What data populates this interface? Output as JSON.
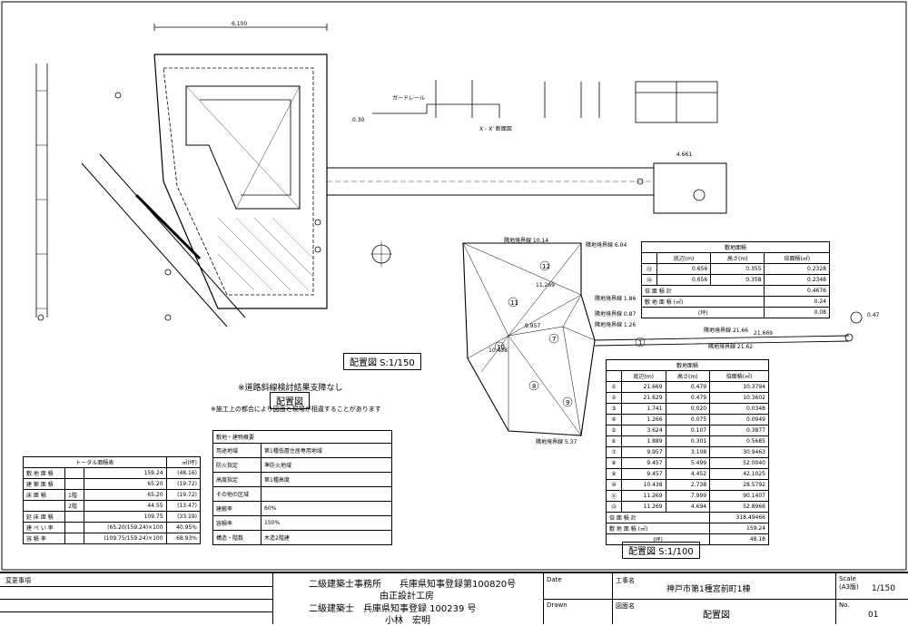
{
  "drawing": {
    "label_site_plan_1_150": "配置図 S:1/150",
    "label_site_plan_1_100": "配置図 S:1/100",
    "note_road_oblique": "※道路斜線検討結果支障なし",
    "label_site_plan": "配置図",
    "note_construction": "※施工上の都合により図面と現場が相違することがあります",
    "annotations": {
      "boundary_1014": "隣地境界線 10.14",
      "boundary_604": "隣地境界線 6.04",
      "boundary_186": "隣地境界線 1.86",
      "boundary_087": "隣地境界線 0.87",
      "boundary_126": "隣地境界線 1.26",
      "boundary_2166": "隣地境界線 21.66",
      "boundary_2162": "隣地境界線 21.62",
      "boundary_537": "隣地境界線 5.37",
      "boundary_047": "0.47",
      "boundary_030": "0.30",
      "guardrail": "ガードレール",
      "section_xx": "X - X' 断面図",
      "dim_6100": "6,100",
      "dim_21669": "21.669",
      "dim_11269": "11.269",
      "dim_9957": "9.957",
      "dim_10438": "10.438",
      "dim_4661": "4.661"
    }
  },
  "area_small": {
    "title": "敷地面積",
    "headers": [
      "底辺(m)",
      "高さ(m)",
      "倍面積(㎡)"
    ],
    "rows": [
      {
        "no": "⑬",
        "base": "0.656",
        "height": "0.355",
        "area": "0.2328"
      },
      {
        "no": "⑭",
        "base": "0.656",
        "height": "0.358",
        "area": "0.2348"
      }
    ],
    "totals": [
      {
        "label": "倍 面 積    計",
        "value": "0.4676"
      },
      {
        "label": "敷 地 面 積    (㎡)",
        "value": "0.24"
      },
      {
        "label": "(坪)",
        "value": "0.08"
      }
    ]
  },
  "area_main": {
    "title": "敷地面積",
    "headers": [
      "底辺(m)",
      "高さ(m)",
      "倍面積(㎡)"
    ],
    "rows": [
      {
        "no": "①",
        "base": "21.669",
        "height": "0.479",
        "area": "10.3794"
      },
      {
        "no": "②",
        "base": "21.629",
        "height": "0.479",
        "area": "10.3602"
      },
      {
        "no": "③",
        "base": "1.741",
        "height": "0.020",
        "area": "0.0348"
      },
      {
        "no": "④",
        "base": "1.266",
        "height": "0.075",
        "area": "0.0949"
      },
      {
        "no": "⑤",
        "base": "3.624",
        "height": "0.107",
        "area": "0.3877"
      },
      {
        "no": "⑥",
        "base": "1.889",
        "height": "0.301",
        "area": "0.5685"
      },
      {
        "no": "⑦",
        "base": "9.957",
        "height": "3.108",
        "area": "30.9463"
      },
      {
        "no": "⑧",
        "base": "9.457",
        "height": "5.499",
        "area": "52.0040"
      },
      {
        "no": "⑨",
        "base": "9.457",
        "height": "4.452",
        "area": "42.1025"
      },
      {
        "no": "⑩",
        "base": "10.438",
        "height": "2.738",
        "area": "28.5792"
      },
      {
        "no": "⑪",
        "base": "11.269",
        "height": "7.999",
        "area": "90.1407"
      },
      {
        "no": "⑫",
        "base": "11.269",
        "height": "4.694",
        "area": "52.8966"
      }
    ],
    "totals": [
      {
        "label": "倍 面 積    計",
        "value": "318.49466"
      },
      {
        "label": "敷 地 面 積    (㎡)",
        "value": "159.24"
      },
      {
        "label": "(坪)",
        "value": "48.18"
      }
    ]
  },
  "total_area": {
    "title": "トータル面積表",
    "unit": "㎡(坪)",
    "rows": [
      {
        "label": "敷 地 面 積",
        "sub": "",
        "value": "159.24",
        "tsubo": "(48.16)"
      },
      {
        "label": "建 築 面 積",
        "sub": "",
        "value": "65.20",
        "tsubo": "(19.72)"
      },
      {
        "label": "床 面 積",
        "sub": "1階",
        "value": "65.20",
        "tsubo": "(19.72)"
      },
      {
        "label": "",
        "sub": "2階",
        "value": "44.55",
        "tsubo": "(13.47)"
      },
      {
        "label": "延 床 面 積",
        "sub": "",
        "value": "109.75",
        "tsubo": "(33.19)"
      },
      {
        "label": "建 ぺ い 率",
        "sub": "",
        "value": "(65.20/159.24)×100",
        "tsubo": "40.95%"
      },
      {
        "label": "容 積 率",
        "sub": "",
        "value": "(109.75/159.24)×100",
        "tsubo": "68.93%"
      }
    ]
  },
  "site_overview": {
    "title": "敷地・建物概要",
    "rows": [
      {
        "label": "用途地域",
        "value": "第1種低層住居専用地域"
      },
      {
        "label": "防火指定",
        "value": "準防火地域"
      },
      {
        "label": "高度指定",
        "value": "第1種高度"
      },
      {
        "label": "その他の区域",
        "value": ""
      },
      {
        "label": "建蔽率",
        "value": "60%"
      },
      {
        "label": "容積率",
        "value": "150%"
      },
      {
        "label": "構造・階数",
        "value": "木造2階建"
      }
    ]
  },
  "title_block": {
    "revisions_label": "変更事項",
    "office_line1": "二級建築士事務所　　兵庫県知事登録第100820号",
    "office_line2": "由正設計工房",
    "architect_line": "二級建築士　兵庫県知事登録 100239 号",
    "architect_name": "小林　宏明",
    "date_label": "Date",
    "drawn_label": "Drawn",
    "project_label": "工事名",
    "project_name": "神戸市第1種宮前町1棟",
    "drawing_label": "図面名",
    "drawing_name": "配置図",
    "scale_label": "Scale",
    "scale_sub": "(A3版)",
    "scale_value": "1/150",
    "no_label": "No.",
    "no_value": "01"
  }
}
